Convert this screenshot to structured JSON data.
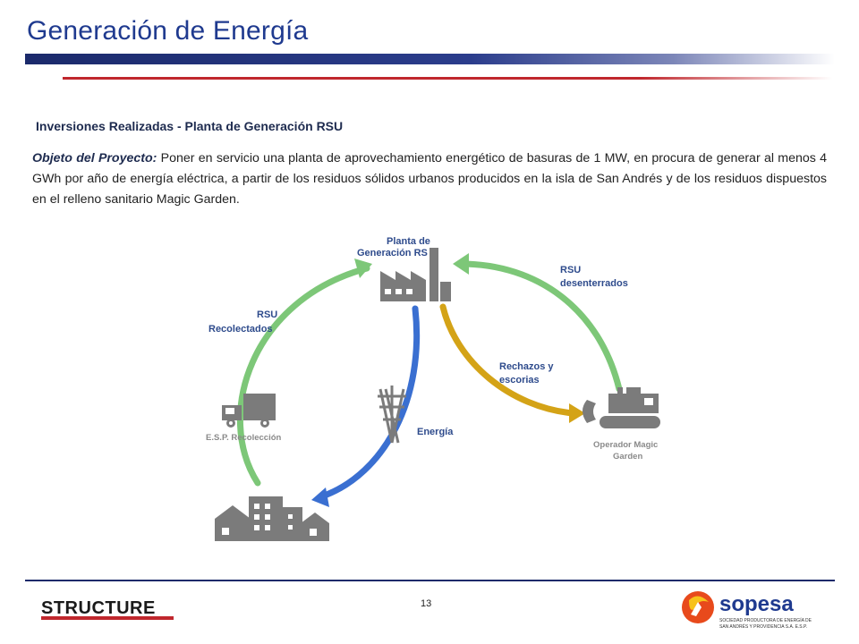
{
  "header": {
    "title": "Generación de Energía"
  },
  "section": {
    "subtitle": "Inversiones Realizadas - Planta de Generación RSU",
    "objective_label": "Objeto del Proyecto:",
    "objective_text": "Poner en servicio una planta de aprovechamiento energético de basuras de 1 MW, en procura de generar al menos 4 GWh por año de energía eléctrica, a partir de los residuos sólidos urbanos producidos en la isla de San Andrés y de los residuos dispuestos en el relleno sanitario Magic Garden."
  },
  "diagram": {
    "plant_label_line1": "Planta de",
    "plant_label_line2": "Generación RS",
    "rsu_recolectados_line1": "RSU",
    "rsu_recolectados_line2": "Recolectados",
    "rsu_desenterrados_line1": "RSU",
    "rsu_desenterrados_line2": "desenterrados",
    "rechazos_line1": "Rechazos y",
    "rechazos_line2": "escorias",
    "energia_label": "Energía",
    "esp_label": "E.S.P. Recolección",
    "operador_line1": "Operador Magic",
    "operador_line2": "Garden",
    "colors": {
      "green": "#7dc778",
      "blue": "#3a6fd1",
      "gold": "#d4a317",
      "gray": "#7b7b7b"
    }
  },
  "footer": {
    "page_number": "13",
    "structure_logo_text": "STRUCTURE",
    "sopesa_logo_text": "sopesa",
    "sopesa_tagline_line1": "SOCIEDAD PRODUCTORA DE ENERGÍA DE",
    "sopesa_tagline_line2": "SAN ANDRÉS Y PROVIDENCIA S.A. E.S.P."
  }
}
